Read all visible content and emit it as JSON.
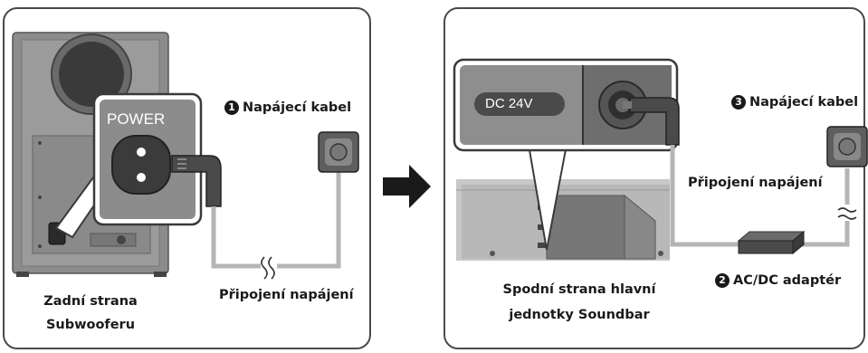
{
  "left_panel": {
    "power_label": "POWER",
    "cable_number": "1",
    "cable_label": "Napájecí kabel",
    "connection_label": "Připojení napájení",
    "caption_line1": "Zadní strana",
    "caption_line2": "Subwooferu"
  },
  "right_panel": {
    "dc_label": "DC 24V",
    "cable_number": "3",
    "cable_label": "Napájecí kabel",
    "connection_label": "Připojení napájení",
    "adapter_number": "2",
    "adapter_label": "AC/DC adaptér",
    "caption_line1": "Spodní strana hlavní",
    "caption_line2": "jednotky Soundbar"
  },
  "colors": {
    "border": "#4a4a4a",
    "device_dark": "#5b5b5b",
    "device_mid": "#8a8a8a",
    "panel_grey": "#9a9a9a",
    "cable": "#b5b5b5",
    "outlet": "#6a6a6a"
  }
}
